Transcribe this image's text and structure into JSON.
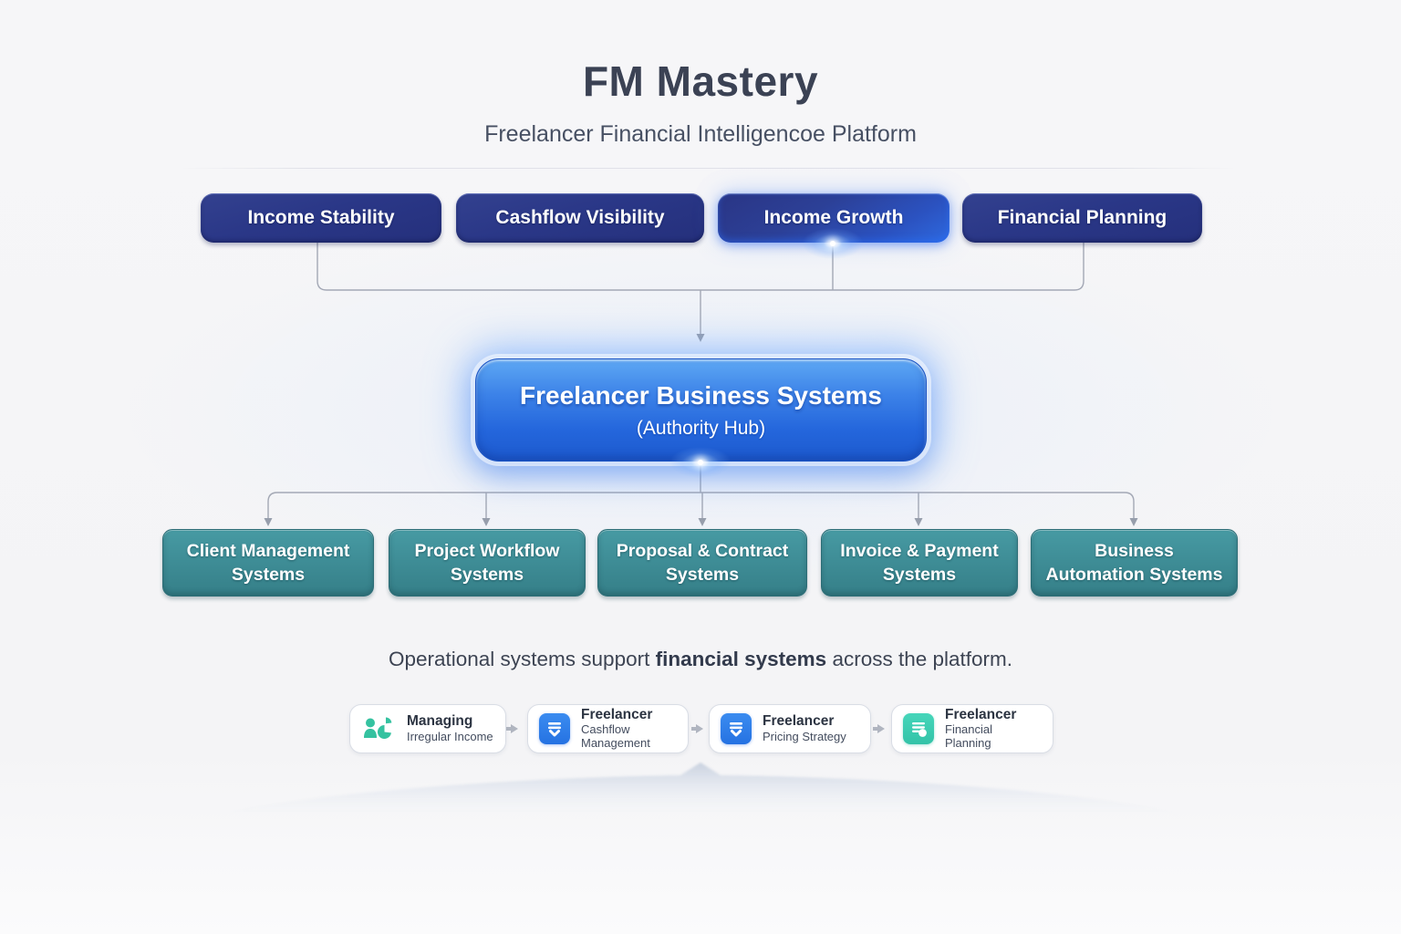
{
  "header": {
    "title": "FM Mastery",
    "subtitle": "Freelancer Financial Intelligencoe Platform"
  },
  "pillars": [
    {
      "label": "Income Stability",
      "highlighted": false
    },
    {
      "label": "Cashflow Visibility",
      "highlighted": false
    },
    {
      "label": "Income Growth",
      "highlighted": true
    },
    {
      "label": "Financial Planning",
      "highlighted": false
    }
  ],
  "hub": {
    "title": "Freelancer Business Systems",
    "subtitle": "(Authority Hub)"
  },
  "systems": [
    {
      "label": "Client Management Systems"
    },
    {
      "label": "Project Workflow Systems"
    },
    {
      "label": "Proposal & Contract Systems"
    },
    {
      "label": "Invoice & Payment Systems"
    },
    {
      "label": "Business Automation Systems"
    }
  ],
  "caption": {
    "prefix": "Operational systems support ",
    "highlight": "financial systems",
    "suffix": " across the platform."
  },
  "resources": [
    {
      "title": "Managing",
      "subtitle": "Irregular Income",
      "icon": "users-pie-icon"
    },
    {
      "title": "Freelancer",
      "subtitle": "Cashflow Management",
      "icon": "cashflow-list-icon"
    },
    {
      "title": "Freelancer",
      "subtitle": "Pricing Strategy",
      "icon": "pricing-list-icon"
    },
    {
      "title": "Freelancer",
      "subtitle": "Financial Planning",
      "icon": "planning-note-icon"
    }
  ],
  "colors": {
    "background": "#f5f5f7",
    "pill_navy": "#2a3787",
    "pill_highlight_blue": "#2e6ae0",
    "hub_blue_top": "#5ea8f4",
    "hub_blue_bottom": "#1d5ace",
    "system_teal": "#3d8b94",
    "connector_gray": "#a3a8b5",
    "card_icon_blue": "#2b7de9",
    "card_icon_mint": "#3ecfb4",
    "card_icon_people_teal": "#35c2a0",
    "text_dark": "#3b4254"
  }
}
